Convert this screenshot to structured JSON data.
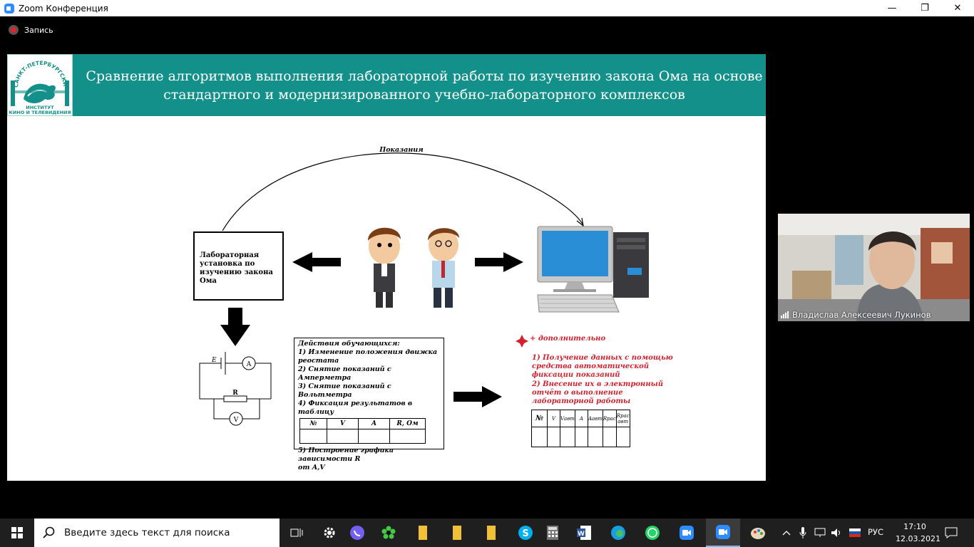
{
  "window": {
    "title": "Zoom Конференция",
    "minimize_glyph": "—",
    "maximize_glyph": "❐",
    "close_glyph": "✕"
  },
  "recording": {
    "label": "Запись"
  },
  "slide": {
    "title_line1": "Сравнение алгоритмов выполнения лабораторной работы по изучению закона Ома на основе",
    "title_line2": "стандартного и модернизированного учебно-лабораторного комплексов",
    "logo": {
      "arc_text": "САНКТ-ПЕТЕРБУРГСКИЙ ГОСУДАРСТВЕННЫЙ",
      "line1": "ИНСТИТУТ",
      "line2": "КИНО И ТЕЛЕВИДЕНИЯ"
    },
    "readings_label": "Показания",
    "lab_setup_text": "Лабораторная установка по изучению закона Ома",
    "circuit": {
      "e_label": "E",
      "ammeter": "A",
      "resistor": "R",
      "voltmeter": "V"
    },
    "actions": {
      "header": "Действия обучающихся:",
      "step1a": "1) Изменение положения движка",
      "step1b": "реостата",
      "step2": "2) Снятие показаний с Амперметра",
      "step3": "3) Снятие показаний с Вольтметра",
      "step4": "4) Фиксация результатов в таблицу",
      "table_headers": [
        "№",
        "V",
        "A",
        "R, Ом"
      ],
      "step5a": "5) Построение графика зависимости R",
      "step5b": "от A,V"
    },
    "extra": {
      "header": "+ дополнительно",
      "p1": "1) Получение данных с помощью средства автоматической фиксации показаний",
      "p2": "2) Внесение их в электронный отчёт о выполнение лабораторной работы",
      "table_headers": [
        "№",
        "V",
        "Vавт",
        "A",
        "Aавт",
        "Rрас",
        "Rрас авт"
      ]
    }
  },
  "video": {
    "participant_name": "Владислав Алексеевич Лукинов"
  },
  "taskbar": {
    "search_placeholder": "Введите здесь текст для поиска",
    "language": "РУС",
    "time": "17:10",
    "date": "12.03.2021"
  },
  "colors": {
    "header_teal": "#14908a",
    "red_accent": "#d4212d",
    "zoom_blue": "#2d8cff"
  }
}
